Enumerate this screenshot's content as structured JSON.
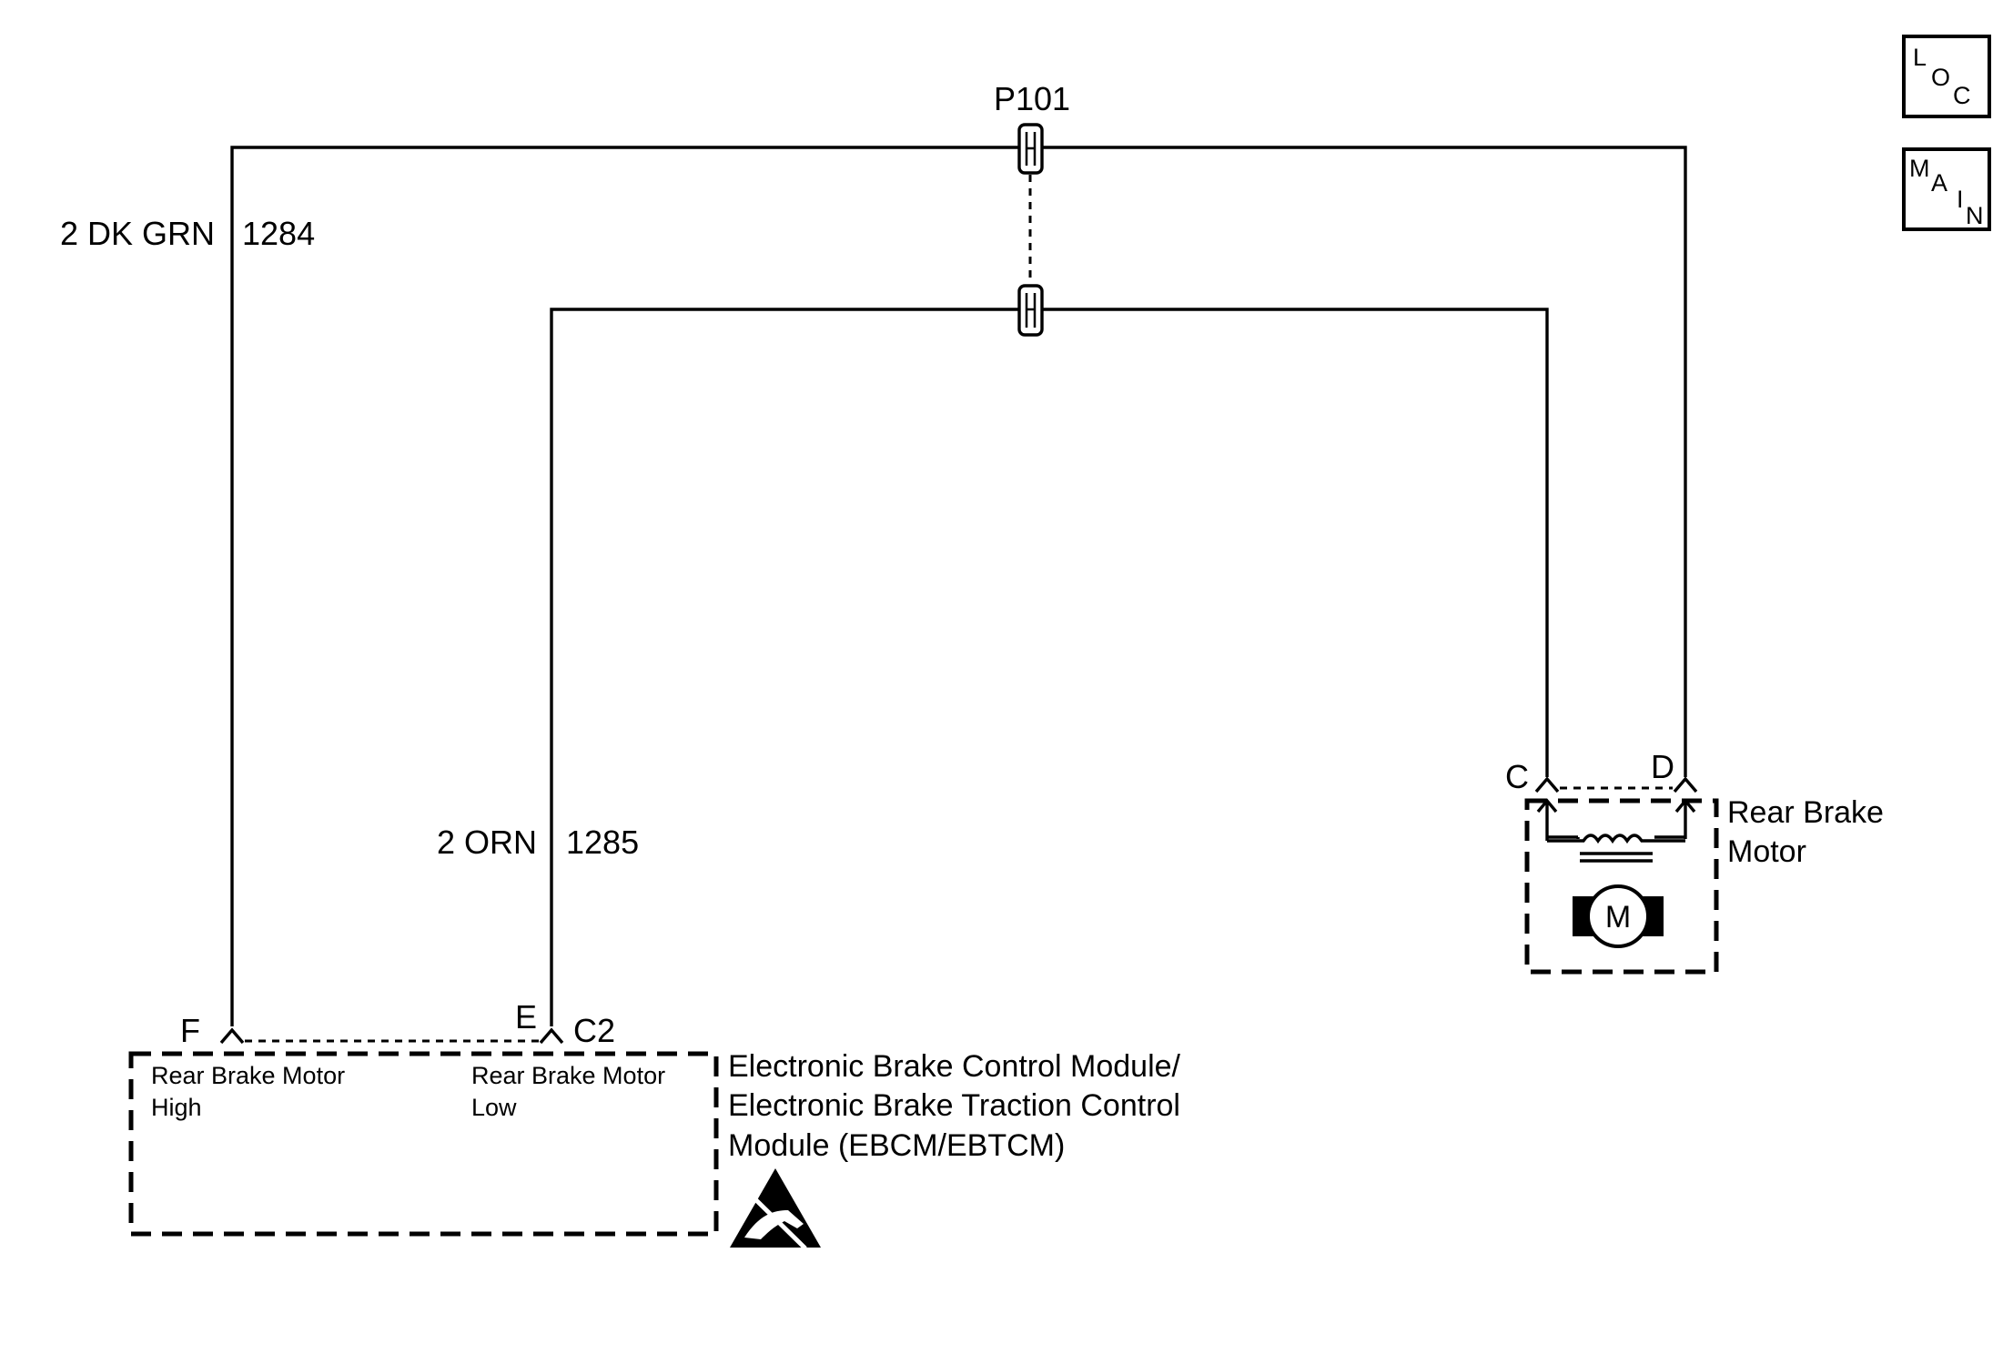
{
  "splice": {
    "label": "P101"
  },
  "wires": {
    "high": {
      "color": "2 DK GRN",
      "circuit": "1284"
    },
    "low": {
      "color": "2 ORN",
      "circuit": "1285"
    }
  },
  "ebcm": {
    "pin_high": "F",
    "pin_low": "E",
    "connector": "C2",
    "func_high": [
      "Rear Brake Motor",
      "High"
    ],
    "func_low": [
      "Rear Brake Motor",
      "Low"
    ],
    "name": [
      "Electronic Brake Control Module/",
      "Electronic Brake Traction Control",
      "Module (EBCM/EBTCM)"
    ],
    "esd_icon": "esd-warning-icon"
  },
  "motor": {
    "pin_low": "C",
    "pin_high": "D",
    "symbol": "M",
    "name": [
      "Rear Brake",
      "Motor"
    ]
  },
  "nav": {
    "loc": [
      "L",
      "O",
      "C"
    ],
    "main": [
      "M",
      "A",
      "I",
      "N"
    ]
  }
}
